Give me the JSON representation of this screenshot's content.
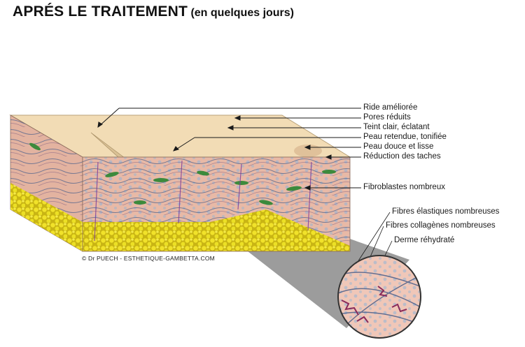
{
  "title": {
    "main": "APRÉS LE TRAITEMENT",
    "sub": "(en quelques jours)"
  },
  "labels": [
    "Ride améliorée",
    "Pores réduits",
    "Teint clair, éclatant",
    "Peau retendue, tonifiée",
    "Peau douce et lisse",
    "Réduction des taches",
    "Fibroblastes nombreux",
    "Fibres élastiques nombreuses",
    "Fibres collagènes nombreuses",
    "Derme réhydraté"
  ],
  "credit": "© Dr PUECH - ESTHETIQUE-GAMBETTA.COM",
  "colors": {
    "skin_surface": "#f2dcb5",
    "dermis": "#e8b9a6",
    "fat": "#e2d21a",
    "fibroblast": "#3c8a3c",
    "collagen_fiber": "#4a5f8a",
    "elastic_fiber": "#8a2a5a",
    "zoom_cone": "#444444"
  }
}
